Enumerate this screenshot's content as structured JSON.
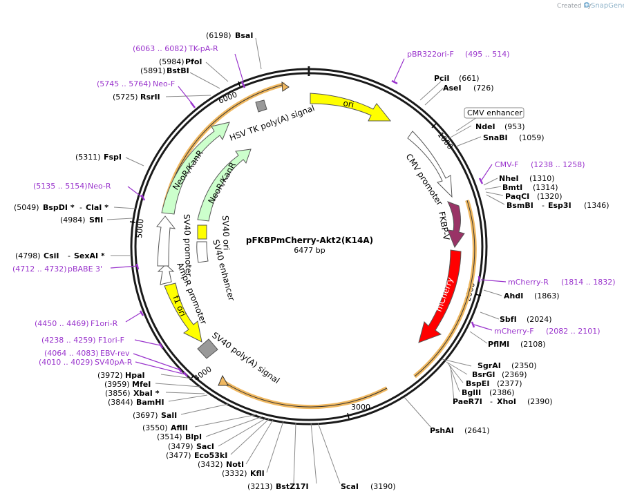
{
  "app": {
    "created_by": "Created by",
    "brand": "SnapGene",
    "brand_color": "#7fb3d5"
  },
  "plasmid": {
    "name": "pFKBPmCherry-Akt2(K14A)",
    "length_label": "6477 bp",
    "length": 6477
  },
  "colors": {
    "backbone": "#1a1a1a",
    "primer": "#9933cc",
    "ori": "#ffff00",
    "neo": "#ccffcc",
    "mcherry": "#ff0000",
    "fkbp": "#993366",
    "orf_band": "#f0b860",
    "terminator": "#999999"
  },
  "ticks": [
    {
      "bp": 1000,
      "label": "1000"
    },
    {
      "bp": 2000,
      "label": "2000"
    },
    {
      "bp": 3000,
      "label": "3000"
    },
    {
      "bp": 4000,
      "label": "4000"
    },
    {
      "bp": 5000,
      "label": "5000"
    },
    {
      "bp": 6000,
      "label": "6000"
    }
  ],
  "features": [
    {
      "label": "ori",
      "icon": "arrow-cw",
      "color": "#ffff00"
    },
    {
      "label": "CMV promoter",
      "icon": "arrow-cw",
      "color": "#ffffff"
    },
    {
      "label": "FKBP-V",
      "icon": "arrow-cw",
      "color": "#993366"
    },
    {
      "label": "mCherry",
      "icon": "arrow-cw",
      "color": "#ff0000"
    },
    {
      "label": "SV40 poly(A) signal",
      "icon": "box",
      "color": "#999999"
    },
    {
      "label": "f1 ori",
      "icon": "arrow-ccw",
      "color": "#ffff00"
    },
    {
      "label": "AmpR promoter",
      "icon": "arrow-ccw",
      "color": "#ffffff"
    },
    {
      "label": "SV40 promoter",
      "icon": "arrow-ccw",
      "color": "#ffffff"
    },
    {
      "label": "NeoR/KanR",
      "icon": "arrow-cw",
      "color": "#ccffcc"
    },
    {
      "label": "HSV TK poly(A) signal",
      "icon": "box",
      "color": "#999999"
    },
    {
      "label": "NeoR/KanR",
      "icon": "arrow-cw",
      "color": "#ccffcc"
    },
    {
      "label": "SV40 ori",
      "icon": "box",
      "color": "#ffff00"
    },
    {
      "label": "SV40 enhancer",
      "icon": "box",
      "color": "#ffffff"
    }
  ],
  "enzymes": [
    {
      "name": "BsaI",
      "pos": "(6198)"
    },
    {
      "name": "PfoI",
      "pos": "(5984)"
    },
    {
      "name": "BstBI",
      "pos": "(5891)"
    },
    {
      "name": "RsrII",
      "pos": "(5725)"
    },
    {
      "name": "FspI",
      "pos": "(5311)"
    },
    {
      "name": "BspDI *",
      "pos": "(5049)",
      "alt": "ClaI *"
    },
    {
      "name": "SfiI",
      "pos": "(4984)"
    },
    {
      "name": "CsiI",
      "pos": "(4798)",
      "alt": "SexAI *"
    },
    {
      "name": "HpaI",
      "pos": "(3972)"
    },
    {
      "name": "MfeI",
      "pos": "(3959)"
    },
    {
      "name": "XbaI *",
      "pos": "(3856)"
    },
    {
      "name": "BamHI",
      "pos": "(3844)"
    },
    {
      "name": "SalI",
      "pos": "(3697)"
    },
    {
      "name": "AflII",
      "pos": "(3550)"
    },
    {
      "name": "BlpI",
      "pos": "(3514)"
    },
    {
      "name": "SacI",
      "pos": "(3479)"
    },
    {
      "name": "Eco53kI",
      "pos": "(3477)"
    },
    {
      "name": "NotI",
      "pos": "(3432)"
    },
    {
      "name": "KflI",
      "pos": "(3332)"
    },
    {
      "name": "BstZ17I",
      "pos": "(3213)"
    },
    {
      "name": "ScaI",
      "pos": "(3190)"
    },
    {
      "name": "PshAI",
      "pos": "(2641)"
    },
    {
      "name": "SgrAI",
      "pos": "(2350)"
    },
    {
      "name": "BsrGI",
      "pos": "(2369)"
    },
    {
      "name": "BspEI",
      "pos": "(2377)"
    },
    {
      "name": "BglII",
      "pos": "(2386)"
    },
    {
      "name": "PaeR7I",
      "pos": "(2390)",
      "alt": "XhoI"
    },
    {
      "name": "PflMI",
      "pos": "(2108)"
    },
    {
      "name": "SbfI",
      "pos": "(2024)"
    },
    {
      "name": "AhdI",
      "pos": "(1863)"
    },
    {
      "name": "NheI",
      "pos": "(1310)"
    },
    {
      "name": "BmtI",
      "pos": "(1314)"
    },
    {
      "name": "PaqCI",
      "pos": "(1320)"
    },
    {
      "name": "BsmBI",
      "pos": "(1346)",
      "alt": "Esp3I"
    },
    {
      "name": "NdeI",
      "pos": "(953)"
    },
    {
      "name": "SnaBI",
      "pos": "(1059)"
    },
    {
      "name": "PciI",
      "pos": "(661)"
    },
    {
      "name": "AseI",
      "pos": "(726)"
    }
  ],
  "boxed_label": "CMV enhancer",
  "primers": [
    {
      "name": "TK-pA-R",
      "range": "(6063 .. 6082)"
    },
    {
      "name": "Neo-F",
      "range": "(5745 .. 5764)"
    },
    {
      "name": "pBR322ori-F",
      "range": "(495 .. 514)"
    },
    {
      "name": "CMV-F",
      "range": "(1238 .. 1258)"
    },
    {
      "name": "Neo-R",
      "range": "(5135 .. 5154)"
    },
    {
      "name": "pBABE 3'",
      "range": "(4712 .. 4732)"
    },
    {
      "name": "mCherry-R",
      "range": "(1814 .. 1832)"
    },
    {
      "name": "mCherry-F",
      "range": "(2082 .. 2101)"
    },
    {
      "name": "F1ori-R",
      "range": "(4450 .. 4469)"
    },
    {
      "name": "F1ori-F",
      "range": "(4238 .. 4259)"
    },
    {
      "name": "EBV-rev",
      "range": "(4064 .. 4083)"
    },
    {
      "name": "SV40pA-R",
      "range": "(4010 .. 4029)"
    }
  ]
}
